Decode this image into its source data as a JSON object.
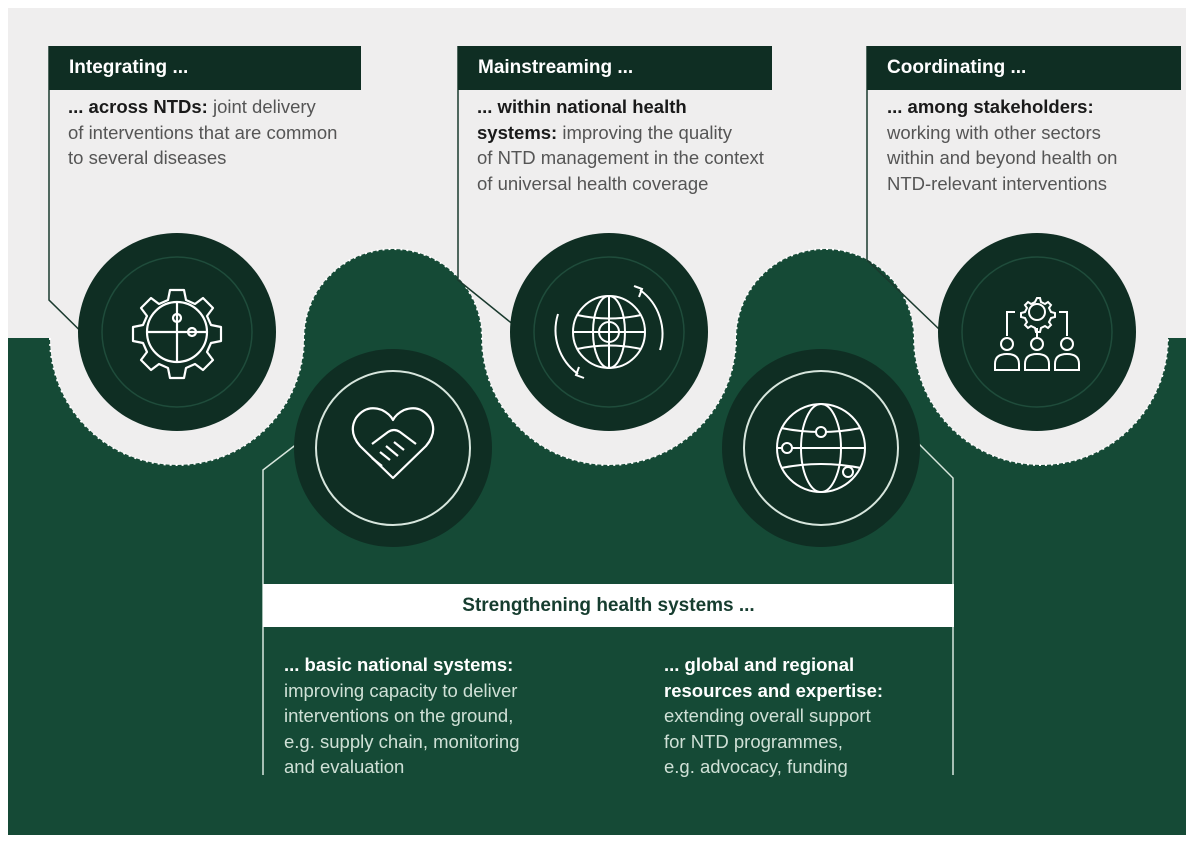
{
  "integrating": {
    "title": "Integrating ...",
    "lead": "... across NTDs:",
    "lines": [
      " joint delivery",
      "of interventions that are common",
      "to several diseases"
    ]
  },
  "mainstreaming": {
    "title": "Mainstreaming ...",
    "lead1": "... within national health",
    "lead2": "systems:",
    "lines": [
      " improving the quality",
      "of NTD management in the context",
      "of universal health coverage"
    ]
  },
  "coordinating": {
    "title": "Coordinating ...",
    "lead": "... among stakeholders:",
    "lines": [
      "working with other sectors",
      "within and beyond health on",
      "NTD-relevant interventions"
    ]
  },
  "strengthening": {
    "title": "Strengthening health systems ...",
    "left": {
      "lead": "... basic national systems:",
      "lines": [
        "improving capacity to deliver",
        "interventions on the ground,",
        "e.g. supply chain, monitoring",
        "and evaluation"
      ]
    },
    "right": {
      "lead1": "... global and regional",
      "lead2": "resources and expertise:",
      "lines": [
        "extending overall support",
        "for NTD programmes,",
        "e.g. advocacy, funding"
      ]
    }
  },
  "icons": [
    "puzzle-gear-icon",
    "globe-cycle-icon",
    "stakeholders-gear-icon",
    "heart-handshake-icon",
    "network-globe-icon"
  ],
  "colors": {
    "background": "#efeeee",
    "dark_green": "#154a36",
    "circle_dark": "#0f2e23",
    "header": "#0f2e23"
  }
}
